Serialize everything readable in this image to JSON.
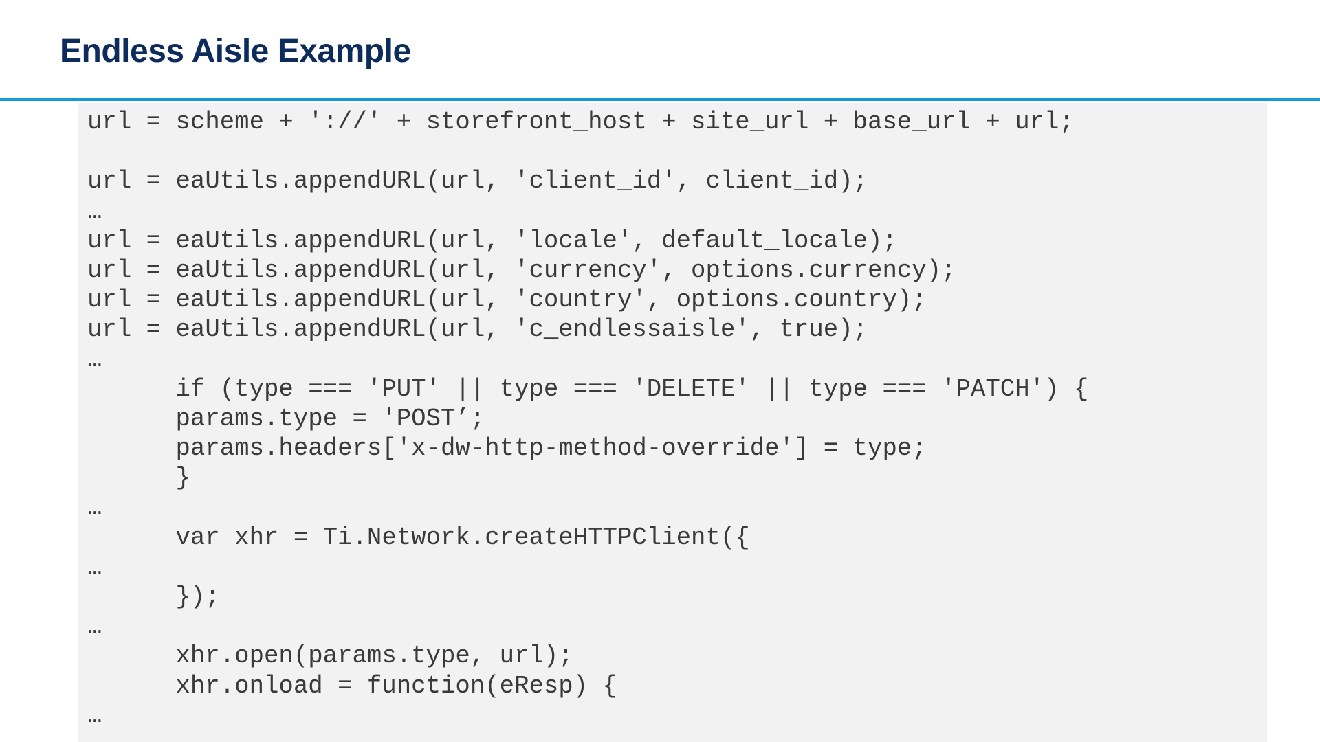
{
  "slide": {
    "title": "Endless Aisle Example"
  },
  "colors": {
    "title": "#0d2c5c",
    "rule": "#1a97d5",
    "code_background": "#f2f2f2",
    "code_text": "#3a3a3a"
  },
  "code": {
    "lines": [
      "url = scheme + '://' + storefront_host + site_url + base_url + url;",
      "",
      "url = eaUtils.appendURL(url, 'client_id', client_id);",
      "…",
      "url = eaUtils.appendURL(url, 'locale', default_locale);",
      "url = eaUtils.appendURL(url, 'currency', options.currency);",
      "url = eaUtils.appendURL(url, 'country', options.country);",
      "url = eaUtils.appendURL(url, 'c_endlessaisle', true);",
      "…",
      "      if (type === 'PUT' || type === 'DELETE' || type === 'PATCH') {",
      "      params.type = 'POST’;",
      "      params.headers['x-dw-http-method-override'] = type;",
      "      }",
      "…",
      "      var xhr = Ti.Network.createHTTPClient({",
      "…",
      "      });",
      "…",
      "      xhr.open(params.type, url);",
      "      xhr.onload = function(eResp) {",
      "…"
    ]
  }
}
